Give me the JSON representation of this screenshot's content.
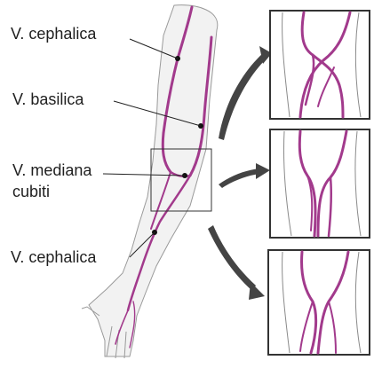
{
  "labels": {
    "cephalica_upper": "V. cephalica",
    "basilica": "V. basilica",
    "mediana_line1": "V. mediana",
    "mediana_line2": "cubiti",
    "cephalica_lower": "V. cephalica"
  },
  "colors": {
    "vein": "#a23a8c",
    "outline": "#8a8a8a",
    "skin": "#f2f2f2",
    "frame": "#333333",
    "text": "#1f1f1f"
  }
}
